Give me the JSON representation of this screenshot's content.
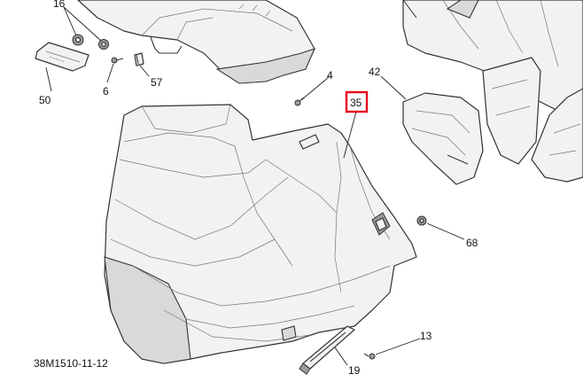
{
  "callouts": {
    "c16": "16",
    "c50": "50",
    "c6": "6",
    "c57": "57",
    "c4": "4",
    "c35": "35",
    "c42": "42",
    "c68": "68",
    "c13": "13",
    "c19": "19"
  },
  "highlighted_callout": "35",
  "highlight_color": "#e3001b",
  "drawing_reference": "38M1510-11-12"
}
